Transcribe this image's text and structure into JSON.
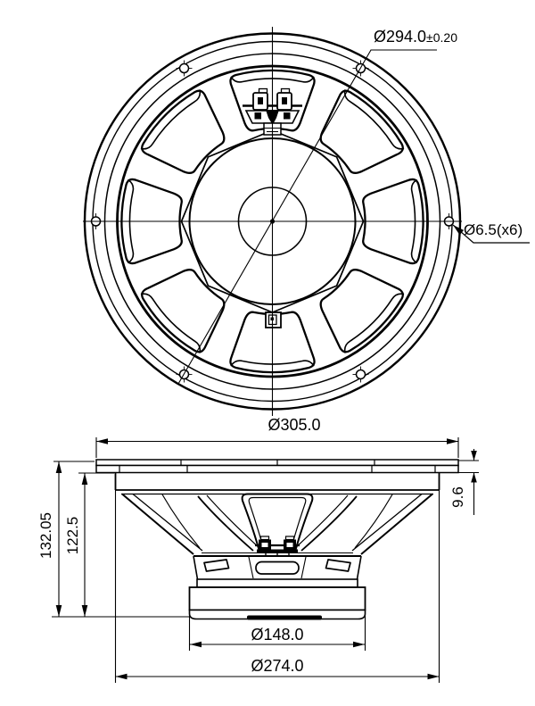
{
  "front_view": {
    "bolt_circle_dia": "Ø294.0",
    "bolt_circle_tolerance": "±0.20",
    "mounting_holes": "Ø6.5(x6)"
  },
  "side_view": {
    "overall_diameter": "Ø305.0",
    "flange_depth": "9.6",
    "total_depth": "132.05",
    "body_depth": "122.5",
    "magnet_diameter": "Ø148.0",
    "basket_diameter": "Ø274.0"
  },
  "colors": {
    "line": "#000000",
    "background": "#ffffff"
  }
}
